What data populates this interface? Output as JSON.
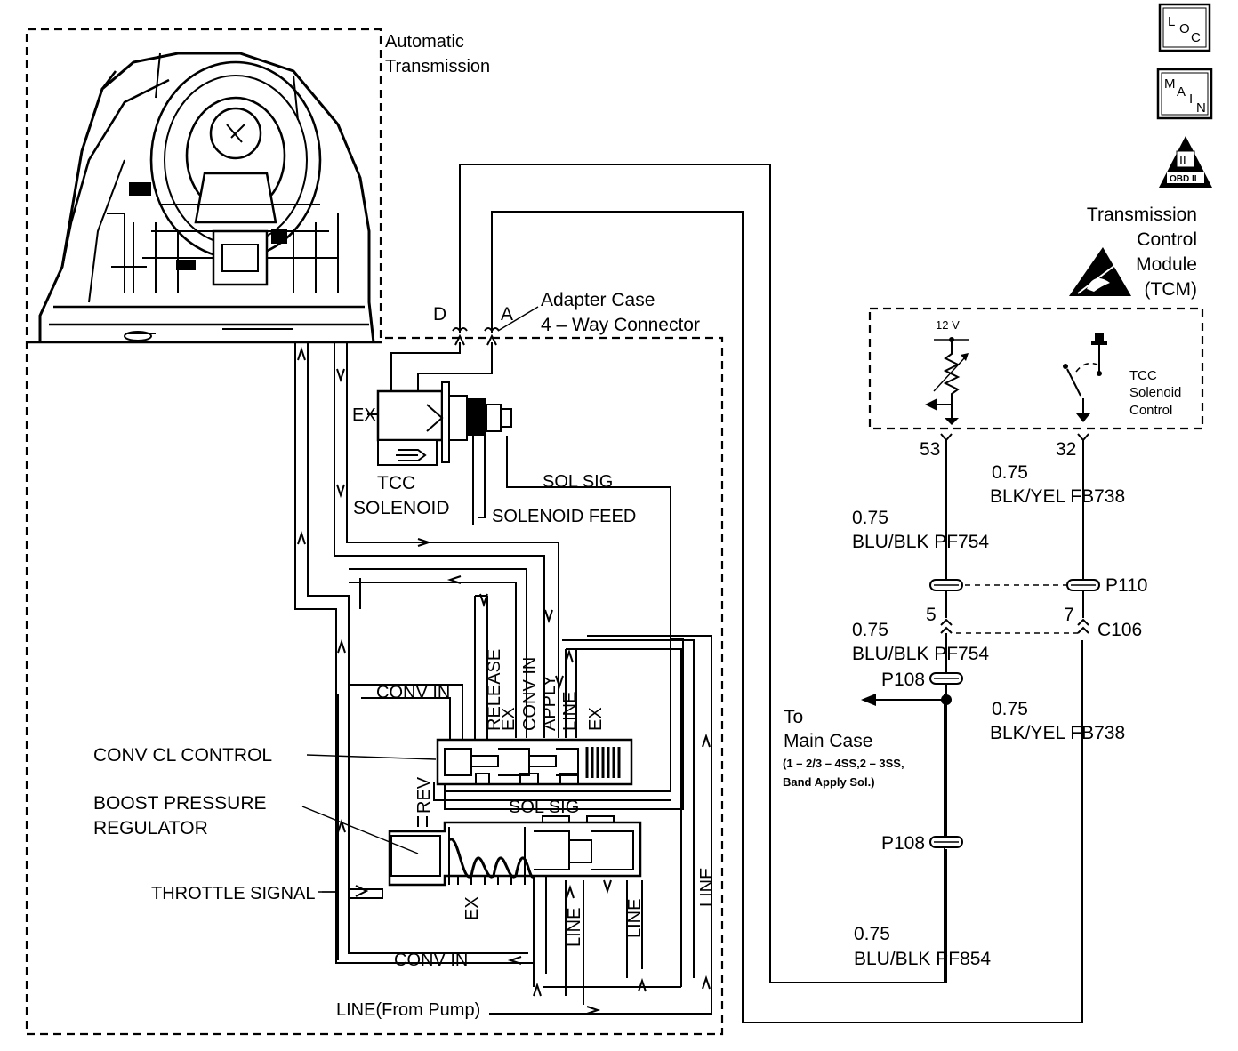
{
  "labels": {
    "automatic_transmission": [
      "Automatic",
      "Transmission"
    ],
    "adapter_case": [
      "Adapter Case",
      "4 – Way Connector"
    ],
    "pin_d": "D",
    "pin_a": "A",
    "ex_solenoid": "EX",
    "tcc_solenoid": [
      "TCC",
      "SOLENOID"
    ],
    "sol_sig_top": "SOL SIG",
    "solenoid_feed": "SOLENOID FEED",
    "conv_in_mid": "CONV IN",
    "release": "RELEASE",
    "ex_1": "EX",
    "conv_in_apply": [
      "CONV IN",
      "APPLY"
    ],
    "line_v1": "LINE",
    "ex_2": "EX",
    "conv_cl_control": "CONV CL CONTROL",
    "boost_pressure_regulator": [
      "BOOST PRESSURE",
      "REGULATOR"
    ],
    "rev": "REV",
    "sol_sig_bottom": "SOL SIG",
    "throttle_signal": "THROTTLE SIGNAL",
    "ex_3": "EX",
    "line_v2": "LINE",
    "line_v3": "LINE",
    "line_v4": "LINE",
    "conv_in_bottom": "CONV IN",
    "line_from_pump": "LINE(From Pump)",
    "tcm": [
      "Transmission",
      "Control",
      "Module",
      "(TCM)"
    ],
    "v12": "12 V",
    "tcc_solenoid_control": [
      "TCC",
      "Solenoid",
      "Control"
    ],
    "pin_53": "53",
    "pin_32": "32",
    "wire_fb738_top": [
      "0.75",
      "BLK/YEL  FB738"
    ],
    "wire_pf754_top": [
      "0.75",
      "BLU/BLK  PF754"
    ],
    "p110": "P110",
    "pin_5": "5",
    "pin_7": "7",
    "c106": "C106",
    "wire_pf754_mid": [
      "0.75",
      "BLU/BLK  PF754"
    ],
    "p108_top": "P108",
    "to_main_case": [
      "To",
      "Main Case"
    ],
    "main_case_note": [
      "(1 – 2/3 – 4SS,2 – 3SS,",
      "Band Apply Sol.)"
    ],
    "wire_fb738_mid": [
      "0.75",
      "BLK/YEL  FB738"
    ],
    "p108_bottom": "P108",
    "wire_pf854": [
      "0.75",
      "BLU/BLK  PF854"
    ]
  },
  "icons": {
    "loc": [
      "L",
      "O",
      "C"
    ],
    "main": [
      "M",
      "A",
      "I",
      "N"
    ],
    "obd": [
      "II",
      "OBD II"
    ]
  }
}
